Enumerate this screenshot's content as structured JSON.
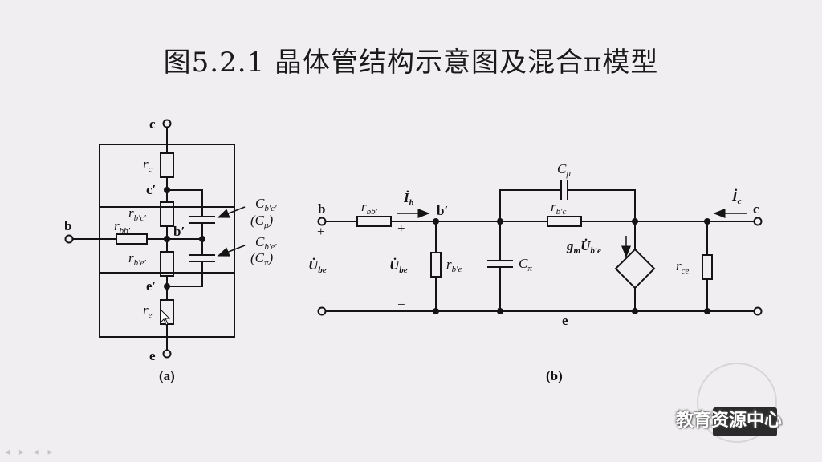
{
  "title": "图5.2.1 晶体管结构示意图及混合π模型",
  "figure_a": {
    "caption": "(a)",
    "terminal_c": "c",
    "terminal_b": "b",
    "terminal_e": "e",
    "node_c_prime": "c′",
    "node_b_prime": "b′",
    "node_e_prime": "e′",
    "r_c": {
      "main": "r",
      "sub": "c"
    },
    "r_bc": {
      "main": "r",
      "sub": "b′c′"
    },
    "r_bb": {
      "main": "r",
      "sub": "bb′"
    },
    "r_be": {
      "main": "r",
      "sub": "b′e′"
    },
    "r_e": {
      "main": "r",
      "sub": "e"
    },
    "cap_bc": {
      "main": "C",
      "sub": "b′c′"
    },
    "cap_bc_alias": {
      "main": "(C",
      "sub": "μ",
      "close": ")"
    },
    "cap_be": {
      "main": "C",
      "sub": "b′e′"
    },
    "cap_be_alias": {
      "main": "(C",
      "sub": "π",
      "close": ")"
    }
  },
  "figure_b": {
    "caption": "(b)",
    "terminal_b": "b",
    "terminal_c": "c",
    "ground_e": "e",
    "plus_in": "+",
    "minus_in": "−",
    "plus_2": "+",
    "minus_2": "−",
    "node_b_prime": "b′",
    "r_bb": {
      "main": "r",
      "sub": "bb′"
    },
    "i_b": {
      "main": "İ",
      "sub": "b"
    },
    "i_c": {
      "main": "İ",
      "sub": "c"
    },
    "u_be_in": {
      "main": "U̇",
      "sub": "be"
    },
    "u_be_mid": {
      "main": "U̇",
      "sub": "be"
    },
    "r_be": {
      "main": "r",
      "sub": "b′e"
    },
    "c_pi": {
      "main": "C",
      "sub": "π"
    },
    "c_mu": {
      "main": "C",
      "sub": "μ"
    },
    "r_bc": {
      "main": "r",
      "sub": "b′c"
    },
    "gm_source": {
      "g": "g",
      "g_sub": "m",
      "u": "U̇",
      "u_sub": "b′e"
    },
    "r_ce": {
      "main": "r",
      "sub": "ce"
    }
  },
  "watermark": "教育资源中心",
  "nav_arrows": "◂ ▸ ◂ ▸",
  "icon_names": [
    "seal-logo",
    "nav-arrows-icon"
  ]
}
